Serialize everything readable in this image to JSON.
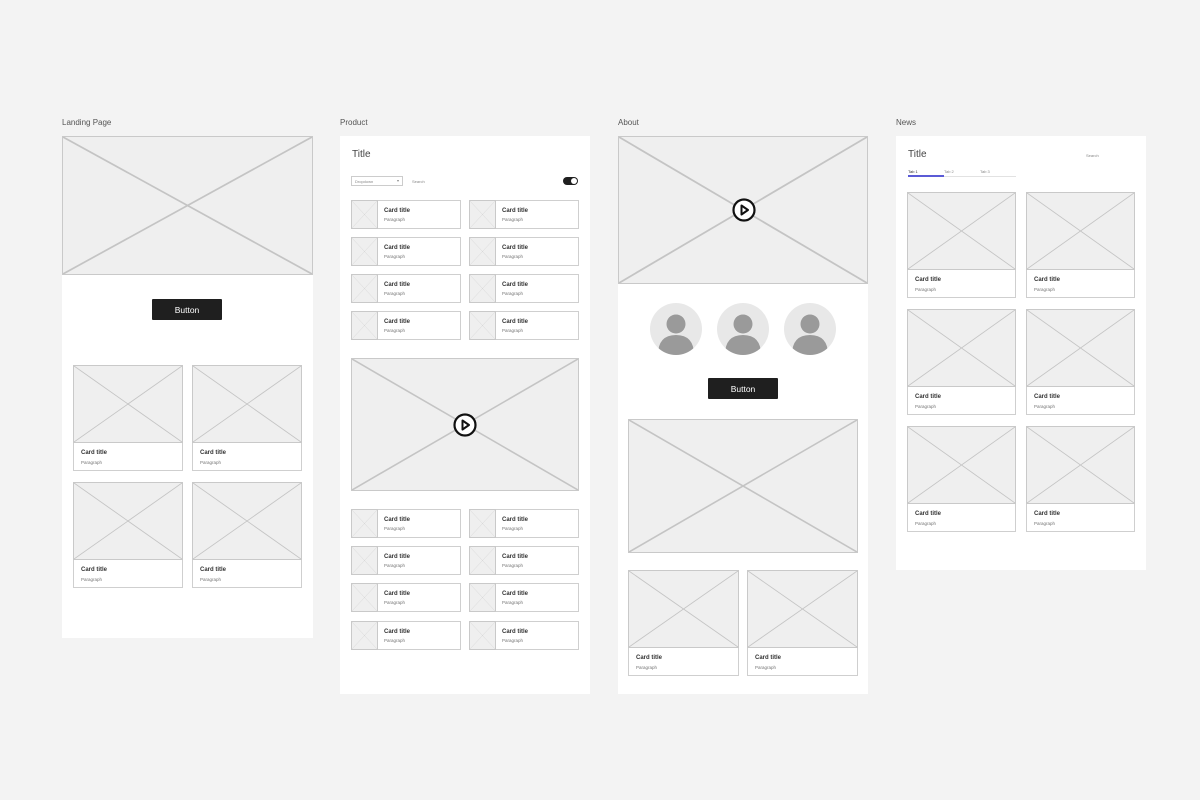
{
  "frames": {
    "landing": {
      "label": "Landing Page",
      "button": "Button"
    },
    "product": {
      "label": "Product",
      "title": "Title",
      "dropdown": "Dropdown",
      "search": "Search"
    },
    "about": {
      "label": "About",
      "button": "Button"
    },
    "news": {
      "label": "News",
      "title": "Title",
      "search": "Search",
      "tabs": [
        "Tab 1",
        "Tab 2",
        "Tab 3"
      ]
    }
  },
  "card": {
    "title": "Card title",
    "paragraph": "Paragraph"
  },
  "colors": {
    "accent": "#5b5bd6",
    "button": "#1f1f1f",
    "placeholder": "#efefef"
  },
  "icons": [
    "play-icon",
    "toggle-switch",
    "avatar-icon",
    "chevron-down-icon"
  ]
}
